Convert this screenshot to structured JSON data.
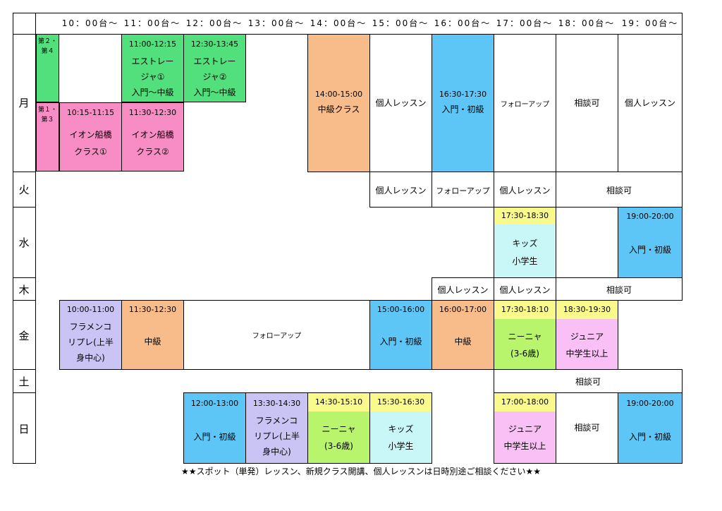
{
  "headers": [
    "10：00台～",
    "11：00台～",
    "12：00台～",
    "13：00台～",
    "14：00台～",
    "15：00台～",
    "16：00台～",
    "17：00台～",
    "18：00台～",
    "19：00台～"
  ],
  "days": [
    "月",
    "火",
    "水",
    "木",
    "金",
    "土",
    "日"
  ],
  "mon": {
    "wk24": "第２・第４",
    "wk13": "第１・第３",
    "c1_time": "11:00-12:15",
    "c1_line1": "エストレー",
    "c1_line2": "ジャ①",
    "c1_line3": "入門～中級",
    "c2_time": "12:30-13:45",
    "c2_line1": "エストレー",
    "c2_line2": "ジャ②",
    "c2_line3": "入門～中級",
    "c3_time": "10:15-11:15",
    "c3_line1": "イオン船橋",
    "c3_line2": "クラス①",
    "c4_time": "11:30-12:30",
    "c4_line1": "イオン船橋",
    "c4_line2": "クラス②",
    "c5_time": "14:00-15:00",
    "c5_line1": "中級クラス",
    "c6": "個人レッスン",
    "c7_time": "16:30-17:30",
    "c7_line1": "入門・初級",
    "c8": "フォローアップ",
    "c9": "相談可",
    "c10": "個人レッスン"
  },
  "tue": {
    "c1": "個人レッスン",
    "c2": "フォローアップ",
    "c3": "個人レッスン",
    "c4": "相談可"
  },
  "wed": {
    "c1_time": "17:30-18:30",
    "c1_line1": "キッズ",
    "c1_line2": "小学生",
    "c2_time": "19:00-20:00",
    "c2_line1": "入門・初級"
  },
  "thu": {
    "c1": "個人レッスン",
    "c2": "個人レッスン",
    "c3": "相談可"
  },
  "fri": {
    "c1_time": "10:00-11:00",
    "c1_line1": "フラメンコ",
    "c1_line2": "リプレ(上半",
    "c1_line3": "身中心)",
    "c2_time": "11:30-12:30",
    "c2_line1": "中級",
    "c3": "フォローアップ",
    "c4_time": "15:00-16:00",
    "c4_line1": "入門・初級",
    "c5_time": "16:00-17:00",
    "c5_line1": "中級",
    "c6_time": "17:30-18:10",
    "c6_line1": "ニーニャ",
    "c6_line2": "(3-6歳)",
    "c7_time": "18:30-19:30",
    "c7_line1": "ジュニア",
    "c7_line2": "中学生以上"
  },
  "sat": {
    "c1": "相談可"
  },
  "sun": {
    "c1_time": "12:00-13:00",
    "c1_line1": "入門・初級",
    "c2_time": "13:30-14:30",
    "c2_line1": "フラメンコ",
    "c2_line2": "リプレ(上半",
    "c2_line3": "身中心)",
    "c3_time": "14:30-15:10",
    "c3_line1": "ニーニャ",
    "c3_line2": "(3-6歳)",
    "c4_time": "15:30-16:30",
    "c4_line1": "キッズ",
    "c4_line2": "小学生",
    "c5_time": "17:00-18:00",
    "c5_line1": "ジュニア",
    "c5_line2": "中学生以上",
    "c6": "相談可",
    "c7_time": "19:00-20:00",
    "c7_line1": "入門・初級"
  },
  "note": "★★スポット（単発）レッスン、新規クラス開講、個人レッスンは日時別途ご相談ください★★",
  "colors": {
    "green": "#52e07c",
    "pink": "#f88cc4",
    "orange": "#f8bb8a",
    "blue": "#5ec6f7",
    "purple": "#c9c4f3",
    "lime": "#b8f46c",
    "lightpink": "#f8c0f4",
    "cyan": "#c9f7f7",
    "yellow": "#fafa8c"
  }
}
